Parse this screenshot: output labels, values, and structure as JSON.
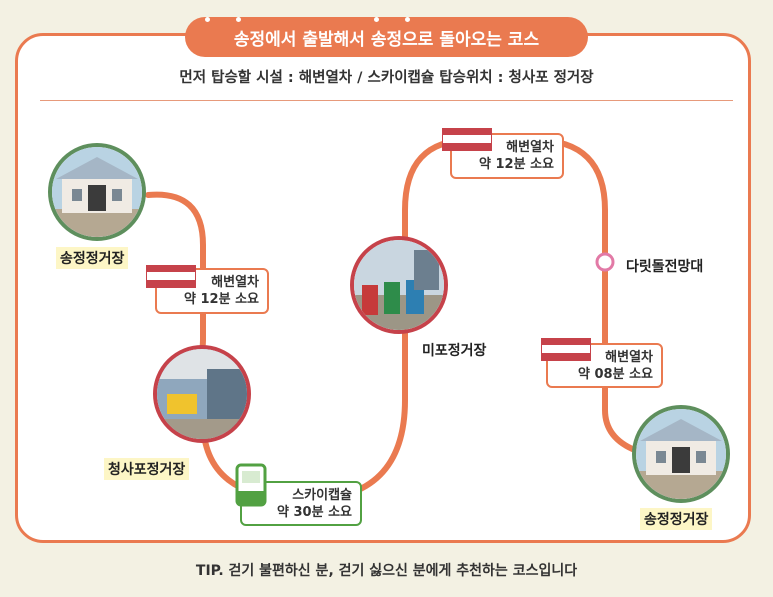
{
  "title": {
    "text": "송정에서 출발해서 송정으로 돌아오는 코스"
  },
  "subtitle": "먼저 탑승할 시설 : 해변열차 / 스카이캡슐 탑승위치 : 청사포 정거장",
  "stations": {
    "songjeong_start": "송정정거장",
    "cheongsapo": "청사포정거장",
    "mipo": "미포정거장",
    "darit": "다릿돌전망대",
    "songjeong_end": "송정정거장"
  },
  "segments": [
    {
      "name": "해변열차",
      "duration": "약 12분 소요"
    },
    {
      "name": "스카이캡슐",
      "duration": "약 30분 소요"
    },
    {
      "name": "해변열차",
      "duration": "약 12분 소요"
    },
    {
      "name": "해변열차",
      "duration": "약 08분 소요"
    }
  ],
  "tip": "TIP. 걷기 불편하신 분, 걷기 싫으신 분에게 추천하는 코스입니다",
  "colors": {
    "accent": "#ea7a50",
    "train_red": "#c6424a",
    "capsule_green": "#52a142",
    "label_bg": "#fdf6c6",
    "background": "#f3f1e3"
  }
}
